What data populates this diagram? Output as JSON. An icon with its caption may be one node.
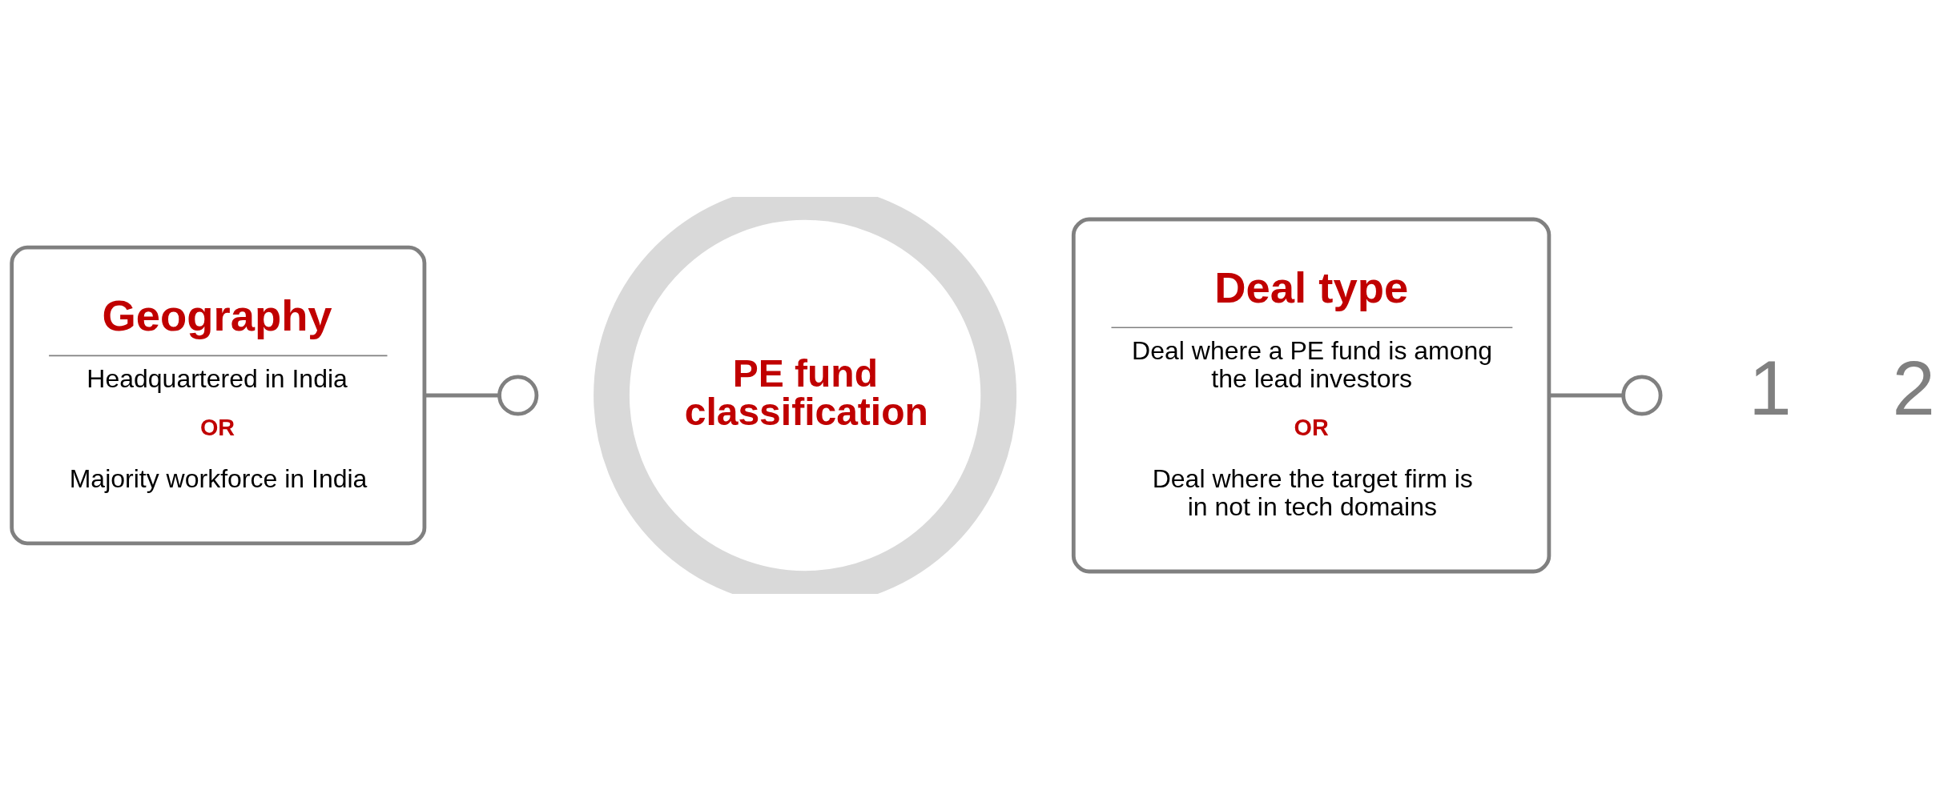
{
  "diagram": {
    "nodes": [
      {
        "text": [
          "Geography",
          "Headquartered in India",
          "OR",
          "Majority workforce in India"
        ]
      },
      {
        "text": [],
        "shape": "circle"
      },
      {
        "text": [
          "PE fund classification"
        ]
      },
      {
        "text": [],
        "shape": "circle"
      },
      {
        "text": [
          "Deal type",
          "Deal where a PE fund is among the lead investors",
          "OR",
          "Deal where the target firm is in not in tech domains"
        ]
      }
    ],
    "edges": [
      {
        "from": 0,
        "to": 1,
        "arrow": "none"
      },
      {
        "from": 4,
        "to": 3,
        "arrow": "none"
      }
    ],
    "labels": [
      "1",
      "2"
    ]
  }
}
